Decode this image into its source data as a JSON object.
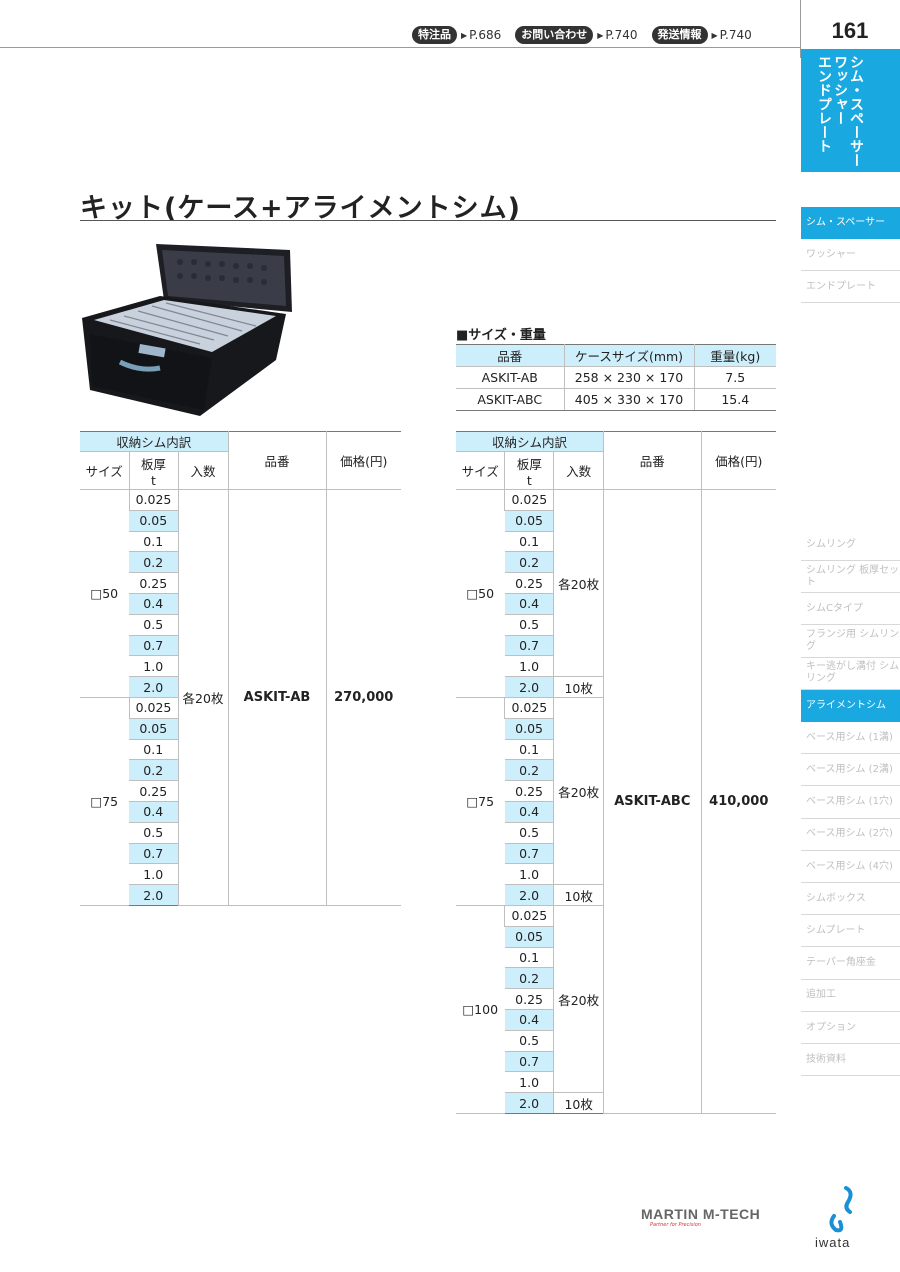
{
  "header": {
    "refs": [
      {
        "label": "特注品",
        "page": "P.686"
      },
      {
        "label": "お問い合わせ",
        "page": "P.740"
      },
      {
        "label": "発送情報",
        "page": "P.740"
      }
    ],
    "page_number": "161",
    "category_lines": [
      "シム・スペーサー",
      "ワッシャー",
      "エンドプレート"
    ]
  },
  "side_nav_top": [
    {
      "label": "シム・スペーサー",
      "active": true
    },
    {
      "label": "ワッシャー",
      "active": false
    },
    {
      "label": "エンドプレート",
      "active": false
    }
  ],
  "side_nav_bottom": [
    {
      "label": "シムリング",
      "active": false
    },
    {
      "label": "シムリング 板厚セット",
      "active": false
    },
    {
      "label": "シムCタイプ",
      "active": false
    },
    {
      "label": "フランジ用 シムリング",
      "active": false
    },
    {
      "label": "キー逃がし溝付 シムリング",
      "active": false
    },
    {
      "label": "アライメントシム",
      "active": true
    },
    {
      "label": "ベース用シム (1溝)",
      "active": false
    },
    {
      "label": "ベース用シム (2溝)",
      "active": false
    },
    {
      "label": "ベース用シム (1穴)",
      "active": false
    },
    {
      "label": "ベース用シム (2穴)",
      "active": false
    },
    {
      "label": "ベース用シム (4穴)",
      "active": false
    },
    {
      "label": "シムボックス",
      "active": false
    },
    {
      "label": "シムプレート",
      "active": false
    },
    {
      "label": "テーパー角座金",
      "active": false
    },
    {
      "label": "追加工",
      "active": false
    },
    {
      "label": "オプション",
      "active": false
    },
    {
      "label": "技術資料",
      "active": false
    }
  ],
  "title": "キット(ケース+アライメントシム)",
  "size_weight": {
    "heading": "■サイズ・重量",
    "columns": [
      "品番",
      "ケースサイズ(mm)",
      "重量(kg)"
    ],
    "rows": [
      [
        "ASKIT-AB",
        "258 × 230 × 170",
        "7.5"
      ],
      [
        "ASKIT-ABC",
        "405 × 330 × 170",
        "15.4"
      ]
    ]
  },
  "kit_table_headers": {
    "group": "収納シム内訳",
    "size": "サイズ",
    "thickness_line1": "板厚",
    "thickness_line2": "t",
    "qty": "入数",
    "part": "品番",
    "price": "価格(円)"
  },
  "thicknesses": [
    "0.025",
    "0.05",
    "0.1",
    "0.2",
    "0.25",
    "0.4",
    "0.5",
    "0.7",
    "1.0",
    "2.0"
  ],
  "kit_ab": {
    "sizes": [
      "□50",
      "□75"
    ],
    "qty": "各20枚",
    "part": "ASKIT-AB",
    "price": "270,000"
  },
  "kit_abc": {
    "sizes": [
      "□50",
      "□75",
      "□100"
    ],
    "qty_main": "各20枚",
    "qty_last": "10枚",
    "part": "ASKIT-ABC",
    "price": "410,000"
  },
  "footer": {
    "brand1": "MARTIN M-TECH",
    "brand1_tagline": "Partner for Precision",
    "brand2": "iwata"
  }
}
